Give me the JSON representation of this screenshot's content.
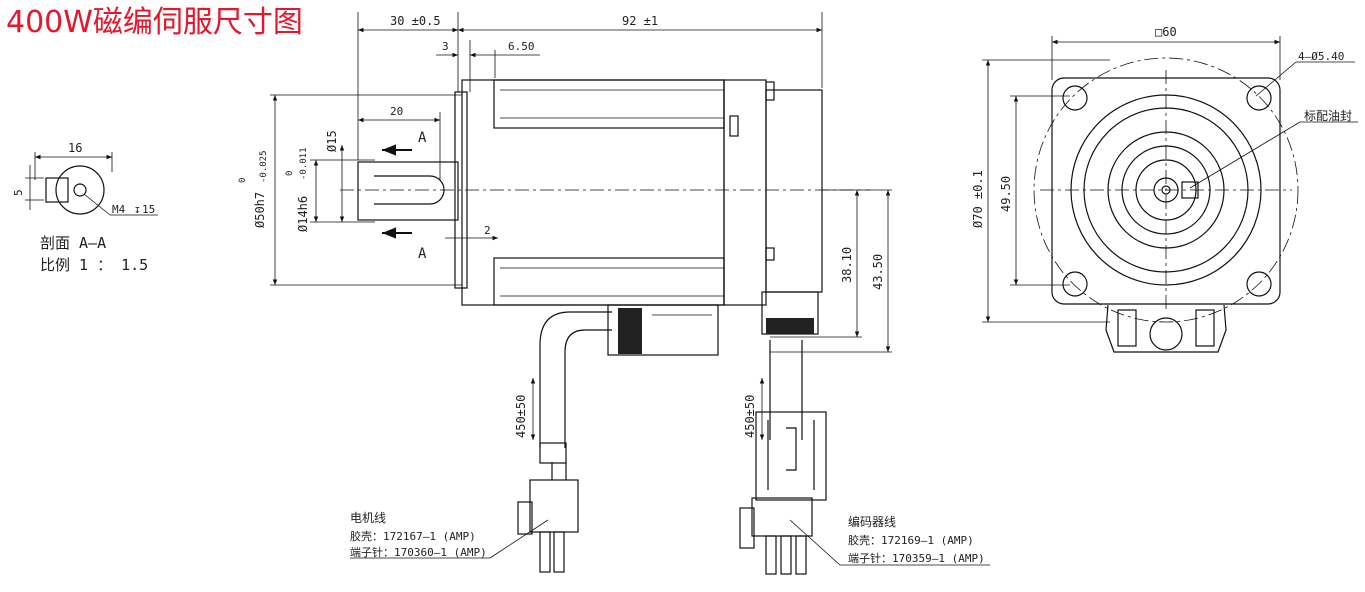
{
  "title": "400W磁编伺服尺寸图",
  "section": {
    "dim_width": "16",
    "dim_height": "5",
    "thread": "M4",
    "thread_depth": "15",
    "label_section": "剖面 A—A",
    "label_scale": "比例 1 ： 1.5"
  },
  "side_view": {
    "dim_shaft_length": "30 ±0.5",
    "dim_body_length": "92 ±1",
    "dim_flange": "3",
    "dim_flange2": "6.50",
    "dim_key_length": "20",
    "dim_shaft_dia": "Ø15",
    "dim_pilot_dia": "Ø50h7",
    "pilot_tol_upper": "0",
    "pilot_tol_lower": "-0.025",
    "dim_shaft_fit": "Ø14h6",
    "shaft_tol_upper": "0",
    "shaft_tol_lower": "-0.011",
    "section_mark": "A",
    "dim_gap": "2",
    "dim_height1": "38.10",
    "dim_height2": "43.50",
    "cable1_length": "450±50",
    "cable2_length": "450±50"
  },
  "front_view": {
    "dim_square": "□60",
    "dim_holes": "4—Ø5.40",
    "label_seal": "标配油封",
    "dim_pcd": "Ø70 ±0.1",
    "dim_hole_spacing": "49.50"
  },
  "connectors": {
    "motor": {
      "name": "电机线",
      "housing": "胶壳：172167—1 (AMP)",
      "terminal": "端子针：170360—1 (AMP)"
    },
    "encoder": {
      "name": "编码器线",
      "housing": "胶壳：172169—1 (AMP)",
      "terminal": "端子针：170359—1 (AMP)"
    }
  }
}
